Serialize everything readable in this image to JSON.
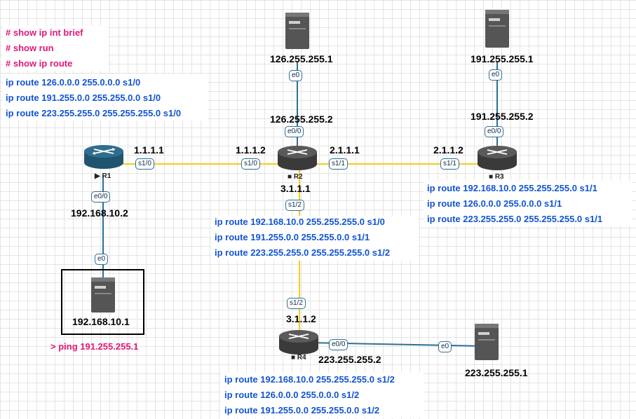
{
  "commands": [
    "# show ip int brief",
    "# show  run",
    "# show ip route"
  ],
  "r1_routes": [
    "ip route 126.0.0.0 255.0.0.0  s1/0",
    "ip route 191.255.0.0 255.255.0.0 s1/0",
    "ip route 223.255.255.0 255.255.255.0 s1/0"
  ],
  "r2_routes": [
    "ip route 192.168.10.0 255.255.255.0 s1/0",
    "ip route 191.255.0.0 255.255.0.0 s1/1",
    "ip route 223.255.255.0 255.255.255.0 s1/2"
  ],
  "r3_routes": [
    "ip route 192.168.10.0 255.255.255.0 s1/1",
    "ip route 126.0.0.0 255.0.0.0 s1/1",
    "ip route 223.255.255.0 255.255.255.0 s1/1"
  ],
  "r4_routes": [
    "ip route 192.168.10.0 255.255.255.0 s1/2",
    "ip route 126.0.0.0 255.0.0.0 s1/2",
    "ip route 191.255.0.0 255.255.0.0 s1/2"
  ],
  "ping": "> ping  191.255.255.1",
  "devices": {
    "r1": {
      "name": "R1",
      "marker": "▶"
    },
    "r2": {
      "name": "R2",
      "marker": "■"
    },
    "r3": {
      "name": "R3",
      "marker": "■"
    },
    "r4": {
      "name": "R4",
      "marker": "■"
    }
  },
  "addresses": {
    "r1_s10": "1.1.1.1",
    "r1_e00": "192.168.10.2",
    "r2_s10": "1.1.1.2",
    "r2_s11": "2.1.1.1",
    "r2_s12": "3.1.1.1",
    "r2_e00": "126.255.255.2",
    "r3_s11": "2.1.1.2",
    "r3_e00": "191.255.255.2",
    "r4_s12": "3.1.1.2",
    "r4_e00": "223.255.255.2",
    "srv_126": "126.255.255.1",
    "srv_191": "191.255.255.1",
    "srv_223": "223.255.255.1",
    "pc": "192.168.10.1"
  },
  "interfaces": {
    "r1_s10": "s1/0",
    "r1_e00": "e0/0",
    "r2_s10": "s1/0",
    "r2_s11": "s1/1",
    "r2_s12": "s1/2",
    "r2_e00": "e0/0",
    "r3_s11": "s1/1",
    "r3_e00": "e0/0",
    "r4_s12": "s1/2",
    "r4_e00": "e0/0",
    "srv126_e0": "e0",
    "srv191_e0": "e0",
    "srv223_e0": "e0",
    "pc_e0": "e0"
  },
  "colors": {
    "serial_link": "#f5cc1a",
    "ethernet_link": "#2d6f97",
    "router_body": "#4a4a4a",
    "router_r1": "#2f6e8e",
    "command_text": "#e0177a",
    "route_text": "#1254d3"
  }
}
